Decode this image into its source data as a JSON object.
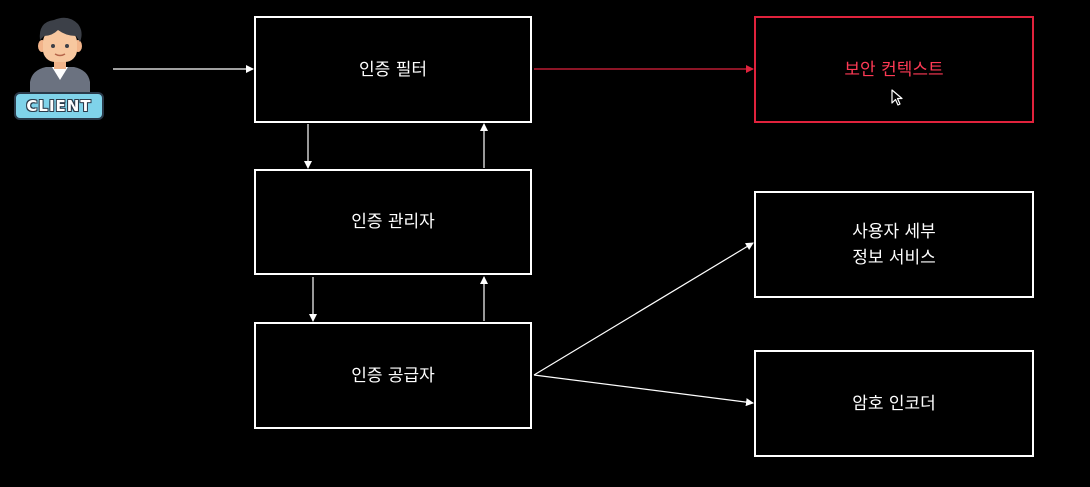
{
  "client": {
    "label": "CLIENT",
    "icon": "client-user-icon"
  },
  "boxes": {
    "auth_filter": "인증 필터",
    "auth_manager": "인증 관리자",
    "auth_provider": "인증 공급자",
    "security_context": "보안 컨텍스트",
    "user_details_line1": "사용자 세부",
    "user_details_line2": "정보 서비스",
    "password_encoder": "암호 인코더"
  },
  "colors": {
    "background": "#000000",
    "box_border": "#ffffff",
    "highlight": "#e0223c",
    "highlight_text": "#ff3a55",
    "arrow": "#ffffff"
  }
}
